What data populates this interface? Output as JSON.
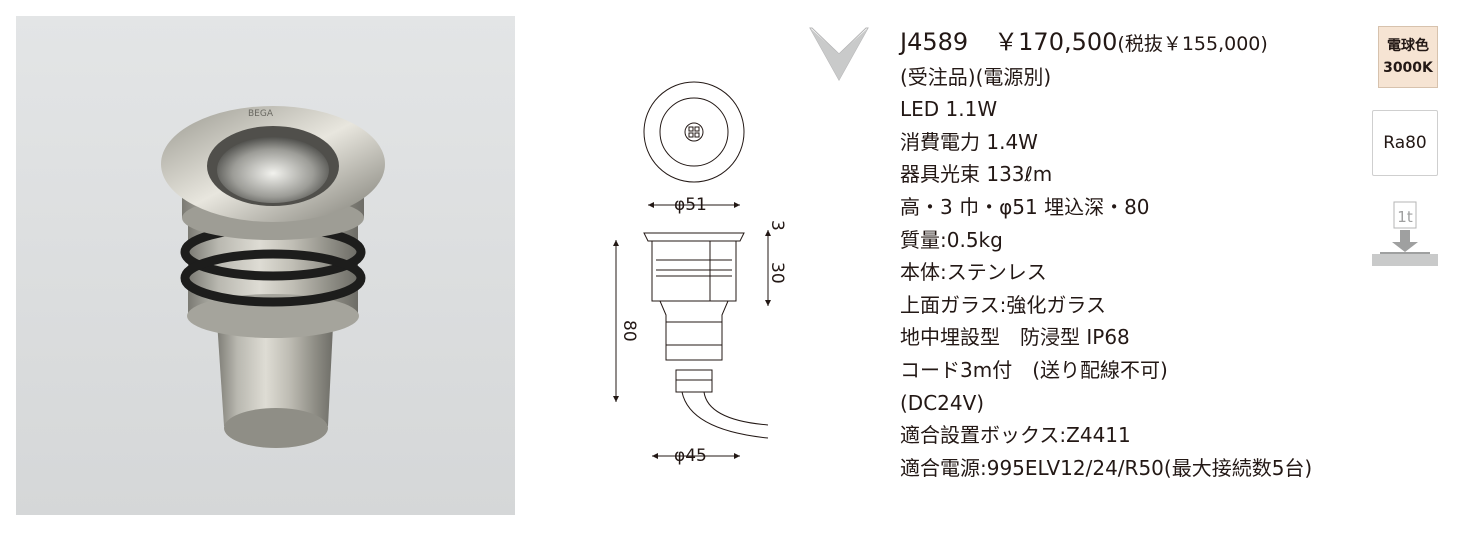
{
  "product": {
    "model": "J4589",
    "price": "￥170,500",
    "price_tax_excluded": "(税抜￥155,000)",
    "tags": "(受注品)(電源別)"
  },
  "specs": [
    "LED 1.1W",
    "消費電力 1.4W",
    "器具光束 133ℓm",
    "高・3 巾・φ51 埋込深・80",
    "質量:0.5kg",
    "本体:ステンレス",
    "上面ガラス:強化ガラス",
    "地中埋設型　防浸型 IP68",
    "コード3m付　(送り配線不可)",
    "(DC24V)",
    "適合設置ボックス:Z4411",
    "適合電源:995ELV12/24/R50(最大接続数5台)"
  ],
  "badges": {
    "color_name": "電球色",
    "color_temp": "3000K",
    "ra": "Ra80",
    "load": "1t"
  },
  "photo": {
    "brand_mark": "BEGA"
  },
  "drawing": {
    "top_diameter": "φ51",
    "bottom_diameter": "φ45",
    "height_head": "3",
    "height_body": "30",
    "height_total": "80"
  },
  "colors": {
    "text": "#231815",
    "badge_warm": "#f6e4d3",
    "photo_bg": "#dcdedf"
  }
}
